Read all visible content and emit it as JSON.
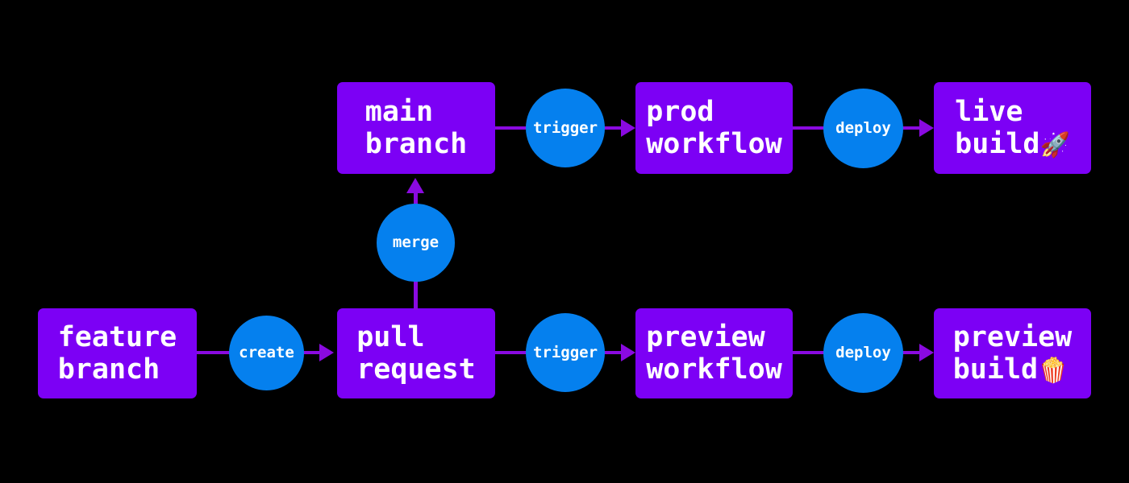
{
  "diagram": {
    "title": "git branch deployment pipeline flowchart",
    "background_color": "#000000",
    "node_color": "#7c00f5",
    "edge_node_color": "#0580ee",
    "link_color": "#8a0ae0",
    "text_color": "#ffffff"
  },
  "nodes": {
    "main_branch": {
      "line1": "main",
      "line2": "branch"
    },
    "prod_workflow": {
      "line1": "prod",
      "line2": "workflow"
    },
    "live_build": {
      "line1": "live",
      "line2": "build",
      "emoji": "🚀"
    },
    "feature_branch": {
      "line1": "feature",
      "line2": "branch"
    },
    "pull_request": {
      "line1": "pull",
      "line2": "request"
    },
    "preview_workflow": {
      "line1": "preview",
      "line2": "workflow"
    },
    "preview_build": {
      "line1": "preview",
      "line2": "build",
      "emoji": "🍿"
    }
  },
  "edge_labels": {
    "top_trigger": "trigger",
    "top_deploy": "deploy",
    "merge": "merge",
    "create": "create",
    "bottom_trigger": "trigger",
    "bottom_deploy": "deploy"
  }
}
